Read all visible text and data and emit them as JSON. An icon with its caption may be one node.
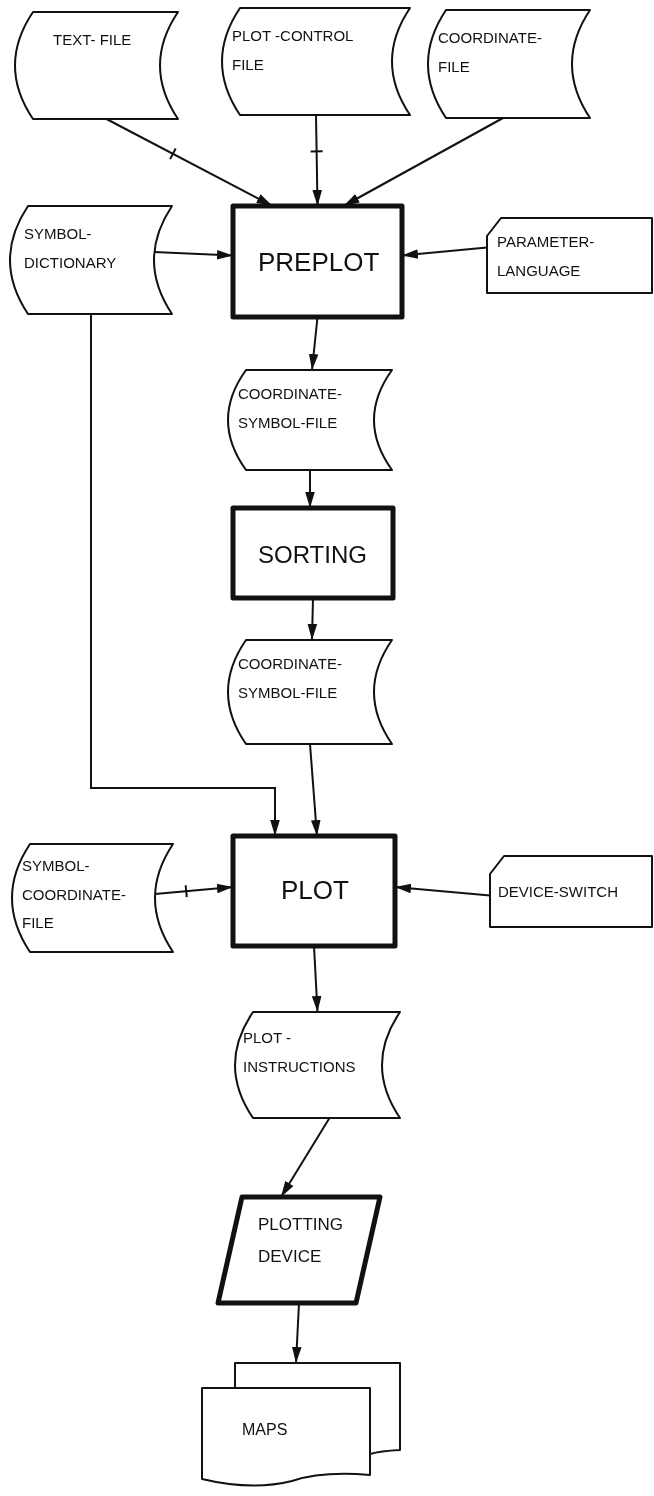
{
  "diagram": {
    "nodes": [
      {
        "text": [
          "TEXT- FILE"
        ]
      },
      {
        "text": [
          "PLOT -CONTROL FILE"
        ]
      },
      {
        "text": [
          "COORDINATE- FILE"
        ]
      },
      {
        "text": [
          "SYMBOL- DICTIONARY"
        ]
      },
      {
        "text": [
          "PREPLOT"
        ]
      },
      {
        "text": [
          "PARAMETER- LANGUAGE"
        ]
      },
      {
        "text": [
          "COORDINATE- SYMBOL-FILE"
        ]
      },
      {
        "text": [
          "SORTING"
        ]
      },
      {
        "text": [
          "COORDINATE- SYMBOL-FILE"
        ]
      },
      {
        "text": [
          "SYMBOL- COORDINATE- FILE"
        ]
      },
      {
        "text": [
          "PLOT"
        ]
      },
      {
        "text": [
          "DEVICE-SWITCH"
        ]
      },
      {
        "text": [
          "PLOT - INSTRUCTIONS"
        ]
      },
      {
        "text": [
          "PLOTTING DEVICE"
        ]
      },
      {
        "text": [
          "MAPS"
        ]
      }
    ],
    "edges": [
      {
        "from": 0,
        "to": 4,
        "arrow": "to"
      },
      {
        "from": 1,
        "to": 4,
        "arrow": "to"
      },
      {
        "from": 2,
        "to": 4,
        "arrow": "to"
      },
      {
        "from": 3,
        "to": 4,
        "arrow": "to"
      },
      {
        "from": 5,
        "to": 4,
        "arrow": "to"
      },
      {
        "from": 4,
        "to": 6,
        "arrow": "to"
      },
      {
        "from": 6,
        "to": 7,
        "arrow": "to"
      },
      {
        "from": 7,
        "to": 8,
        "arrow": "to"
      },
      {
        "from": 3,
        "to": 10,
        "arrow": "to"
      },
      {
        "from": 8,
        "to": 10,
        "arrow": "to"
      },
      {
        "from": 9,
        "to": 10,
        "arrow": "to"
      },
      {
        "from": 11,
        "to": 10,
        "arrow": "to"
      },
      {
        "from": 10,
        "to": 12,
        "arrow": "to"
      },
      {
        "from": 12,
        "to": 13,
        "arrow": "to"
      },
      {
        "from": 13,
        "to": 14,
        "arrow": "to"
      }
    ]
  }
}
